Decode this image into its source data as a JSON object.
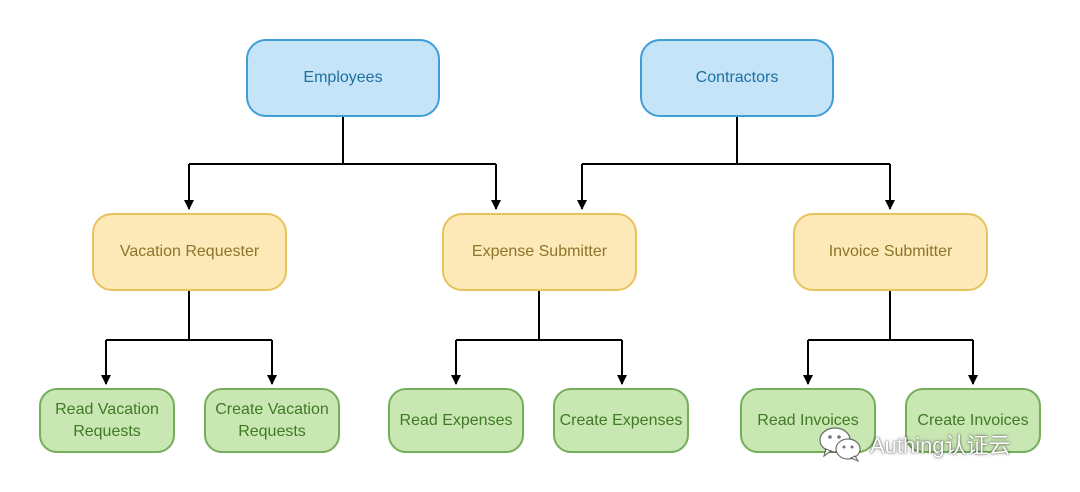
{
  "nodes": {
    "employees": "Employees",
    "contractors": "Contractors",
    "vacation_requester": "Vacation Requester",
    "expense_submitter": "Expense Submitter",
    "invoice_submitter": "Invoice Submitter",
    "read_vacation_requests": "Read Vacation Requests",
    "create_vacation_requests": "Create Vacation Requests",
    "read_expenses": "Read Expenses",
    "create_expenses": "Create Expenses",
    "read_invoices": "Read Invoices",
    "create_invoices": "Create Invoices"
  },
  "watermark": {
    "text": "Authing认证云",
    "icon": "wechat-icon"
  },
  "colors": {
    "group_fill": "#c5e4f7",
    "group_border": "#3f9ed6",
    "role_fill": "#fde9b7",
    "role_border": "#e8c25c",
    "permission_fill": "#c9e7b3",
    "permission_border": "#76ad5a",
    "connector": "#000000"
  }
}
